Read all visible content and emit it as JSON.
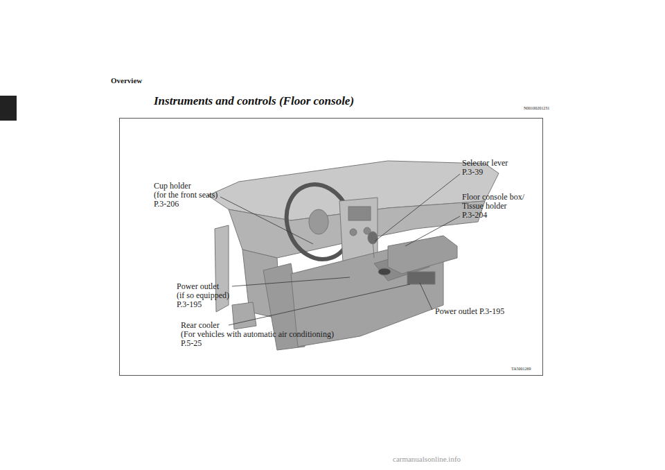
{
  "diagram": {
    "title": "Instruments and controls (Floor console)",
    "labels": [
      "Overview",
      "N00100201231",
      "Selector lever",
      "P.3-39",
      "Floor console box/",
      "Tissue holder",
      "P.3-204",
      "Cup holder",
      "(for the front seats)",
      "P.3-206",
      "Power outlet",
      "(if so equipped)",
      "P.3-195",
      "Power outlet P.3-195",
      "Rear cooler",
      "(For vehicles with automatic air conditioning)",
      "P.5-25",
      "TA5001269",
      "carmanualsonline.info"
    ]
  }
}
